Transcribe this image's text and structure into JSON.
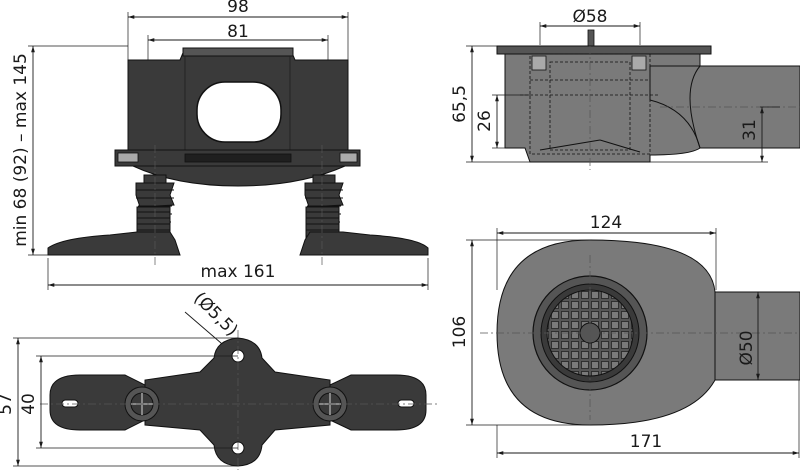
{
  "dimensions": {
    "top_left": {
      "overall_width": "98",
      "inner_width": "81",
      "height_range": "min 68 (92) – max 145",
      "base_width": "max 161"
    },
    "top_right": {
      "diameter": "Ø58",
      "total_height": "65,5",
      "inner_height": "26",
      "outlet_height": "31"
    },
    "bottom_right": {
      "width": "124",
      "height": "106",
      "outlet_diameter": "Ø50",
      "total_length": "171"
    },
    "bottom_left": {
      "hole_diameter": "(Ø5,5)",
      "outer_height": "57",
      "inner_height": "40"
    }
  },
  "colors": {
    "part_dark": "#3a3a3a",
    "part_mid": "#555555",
    "part_light": "#7a7a7a",
    "line": "#1a1a1a"
  }
}
